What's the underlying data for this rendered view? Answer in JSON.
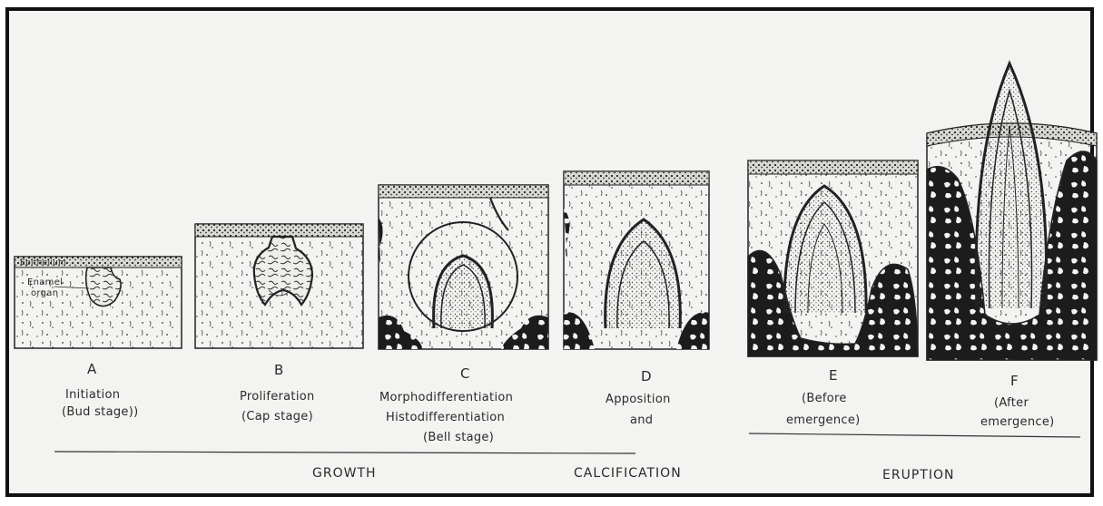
{
  "figure": {
    "inline_labels": {
      "epithelium": "Epithelium",
      "enamel_organ_1": "Enamel",
      "enamel_organ_2": "organ"
    },
    "stages": [
      {
        "letter": "A",
        "line1": "Initiation",
        "line2": "(Bud stage))",
        "line3": ""
      },
      {
        "letter": "B",
        "line1": "Proliferation",
        "line2": "(Cap stage)",
        "line3": ""
      },
      {
        "letter": "C",
        "line1": "Morphodifferentiation",
        "line2": "Histodifferentiation",
        "line3": "(Bell stage)"
      },
      {
        "letter": "D",
        "line1": "Apposition",
        "line2": "and",
        "line3": ""
      },
      {
        "letter": "E",
        "line1": "(Before",
        "line2": "emergence)",
        "line3": ""
      },
      {
        "letter": "F",
        "line1": "(After",
        "line2": "emergence)",
        "line3": ""
      }
    ],
    "phases": {
      "growth": "GROWTH",
      "calcification": "CALCIFICATION",
      "eruption": "ERUPTION"
    }
  }
}
